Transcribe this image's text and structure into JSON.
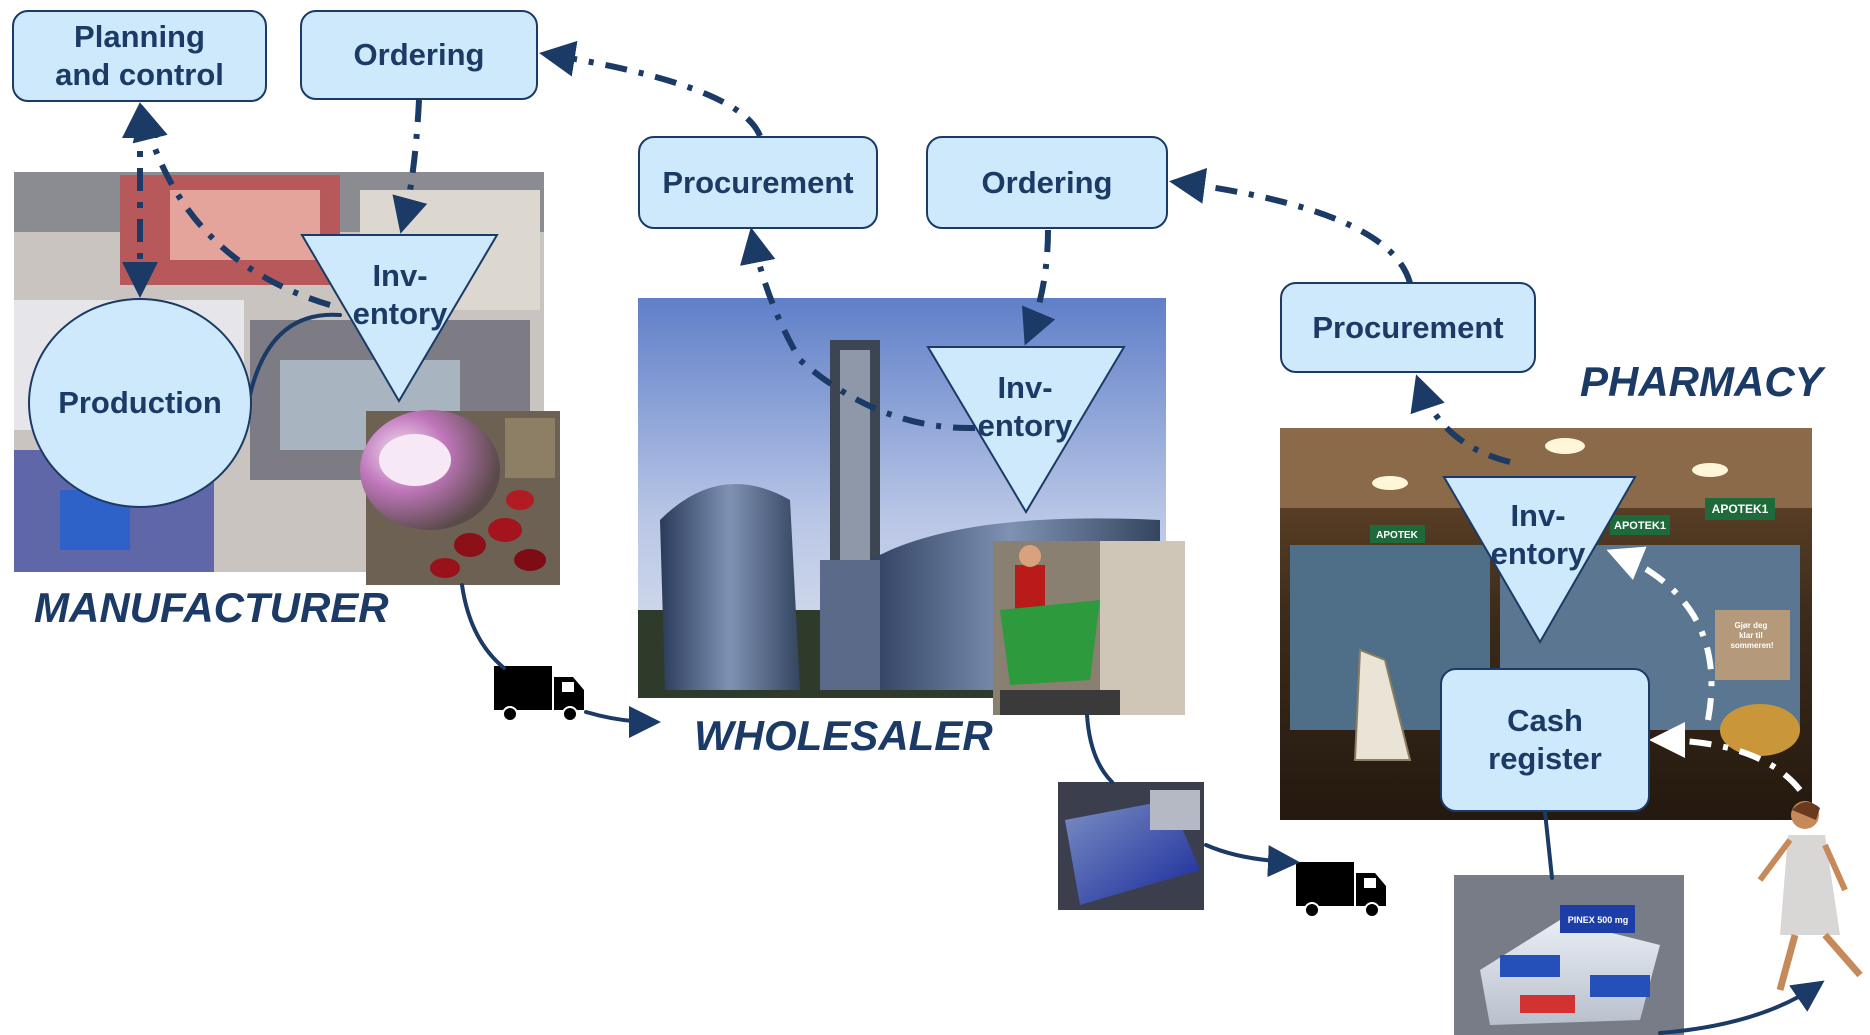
{
  "colors": {
    "box_fill": "#cde9fb",
    "outline": "#1b3a66",
    "text": "#1b3a66",
    "flow_white": "#ffffff"
  },
  "manufacturer": {
    "label": "MANUFACTURER",
    "planning": "Planning\nand control",
    "ordering": "Ordering",
    "production": "Production",
    "inventory": "Inv-\nentory"
  },
  "wholesaler": {
    "label": "WHOLESALER",
    "procurement": "Procurement",
    "ordering": "Ordering",
    "inventory": "Inv-\nentory"
  },
  "pharmacy": {
    "label": "PHARMACY",
    "procurement": "Procurement",
    "inventory": "Inv-\nentory",
    "cash_register": "Cash\nregister",
    "sign_1": "APOTEK",
    "sign_2": "APOTEK1",
    "sign_3": "APOTEK1",
    "poster_text": "Gjør deg\nklar til\nsommeren!"
  },
  "product": {
    "brand_text": "PINEX 500 mg"
  },
  "icons": {
    "truck": "truck-icon",
    "shopper": "shopper-figure"
  }
}
